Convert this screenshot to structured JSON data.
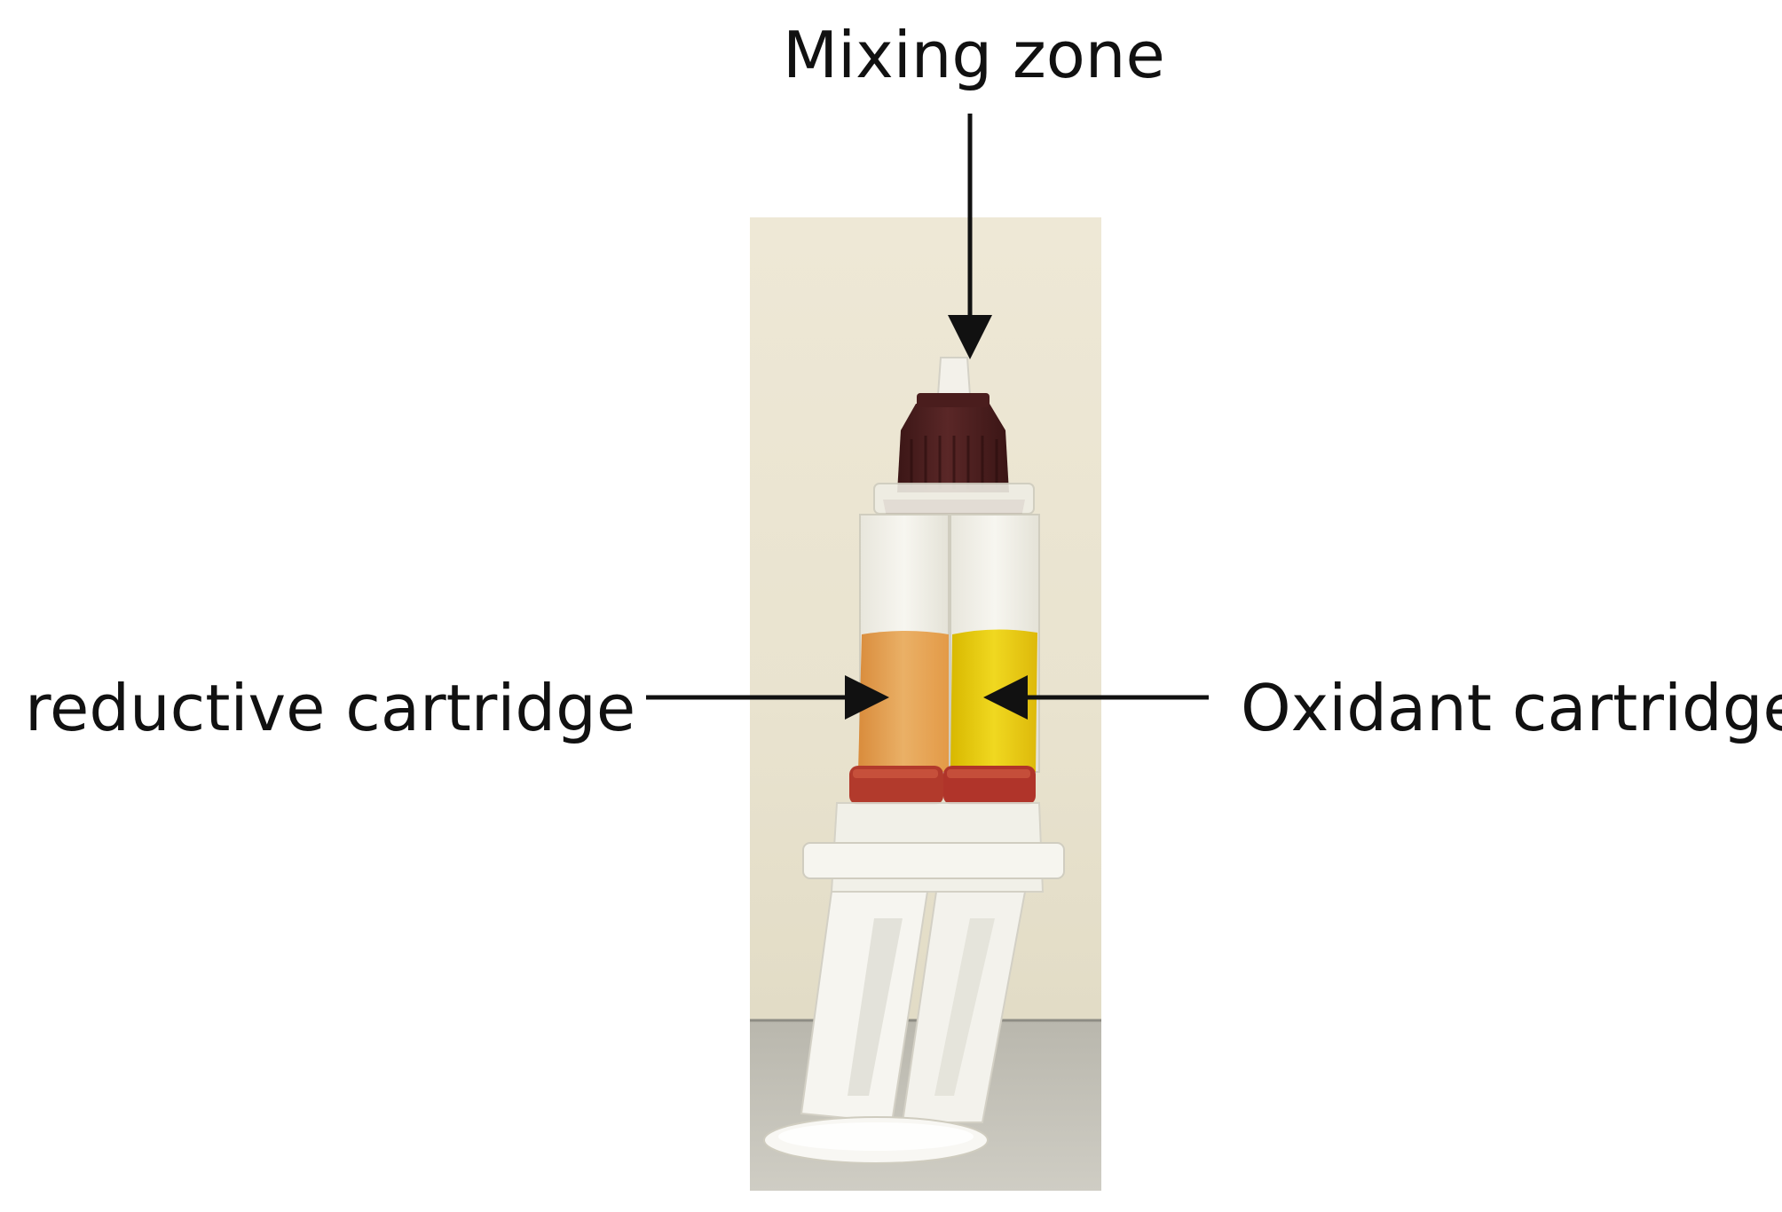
{
  "labels": {
    "mixing_zone": "Mixing zone",
    "reductive_cartridge": "reductive cartridge",
    "oxidant_cartridge": "Oxidant cartridge"
  },
  "colors": {
    "text": "#111111",
    "arrow": "#111111",
    "wall": "#ece6d2",
    "floor": "#c9c7bd",
    "cap": "#4a2020",
    "reductive_liquid": "#e6a850",
    "oxidant_liquid": "#e9cf10",
    "piston_red": "#b2382c",
    "plastic_white": "#f4f4f0"
  }
}
